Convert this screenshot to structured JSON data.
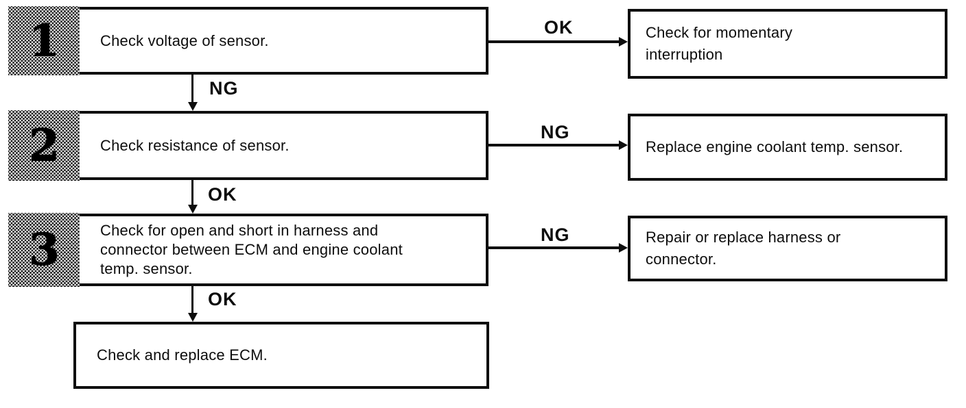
{
  "colors": {
    "ink": "#0d0d0d",
    "paper": "#ffffff"
  },
  "flowchart": {
    "steps": [
      {
        "number": "1",
        "action_lines": [
          "Check voltage of sensor."
        ],
        "down_label": "NG",
        "side_label": "OK",
        "result_lines": [
          "Check for momentary",
          "interruption"
        ]
      },
      {
        "number": "2",
        "action_lines": [
          "Check resistance of sensor."
        ],
        "down_label": "OK",
        "side_label": "NG",
        "result_lines": [
          "Replace engine coolant temp. sensor."
        ]
      },
      {
        "number": "3",
        "action_lines": [
          "Check for open and short in harness and",
          "connector between ECM and engine coolant",
          "temp. sensor."
        ],
        "down_label": "OK",
        "side_label": "NG",
        "result_lines": [
          "Repair or replace harness or",
          "connector."
        ]
      }
    ],
    "final": {
      "action_lines": [
        "Check and replace ECM."
      ]
    }
  }
}
